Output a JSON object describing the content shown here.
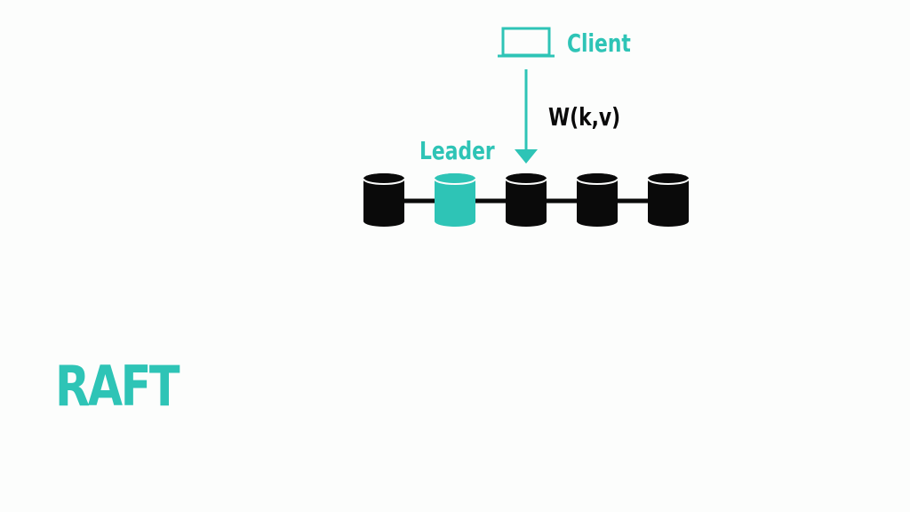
{
  "colors": {
    "accent": "#2ec4b6",
    "node": "#0a0a0a",
    "background": "#fcfdfc"
  },
  "title": "RAFT",
  "client": {
    "label": "Client",
    "icon": "laptop-icon"
  },
  "request": {
    "label": "W(k,v)"
  },
  "leader": {
    "label": "Leader"
  },
  "nodes": [
    {
      "role": "follower"
    },
    {
      "role": "leader"
    },
    {
      "role": "follower"
    },
    {
      "role": "follower"
    },
    {
      "role": "follower"
    }
  ]
}
